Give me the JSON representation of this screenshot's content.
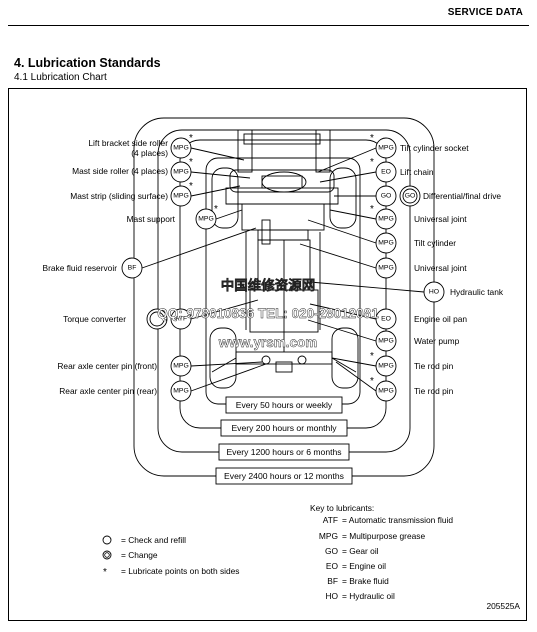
{
  "header": {
    "section": "SERVICE DATA"
  },
  "title": "4. Lubrication Standards",
  "subtitle": "4.1    Lubrication Chart",
  "left_labels": {
    "lift_bracket_line1": "Lift bracket side roller",
    "lift_bracket_line2": "(4 places)",
    "mast_side_line1": "Mast side roller (4 places)",
    "mast_strip": "Mast strip (sliding surface)",
    "mast_support": "Mast support",
    "brake_fluid": "Brake fluid reservoir",
    "torque_converter": "Torque converter",
    "rear_axle_front": "Rear axle center pin (front)",
    "rear_axle_rear": "Rear axle center pin (rear)"
  },
  "right_labels": {
    "tilt_cyl_socket": "Tilt cylinder socket",
    "lift_chain": "Lift chain",
    "diff_drive": "Differential/final drive",
    "universal_joint_1": "Universal joint",
    "tilt_cylinder": "Tilt cylinder",
    "universal_joint_2": "Universal joint",
    "hydraulic_tank": "Hydraulic tank",
    "engine_oil_pan": "Engine oil pan",
    "water_pump": "Water pump",
    "tie_rod_1": "Tie rod pin",
    "tie_rod_2": "Tie rod pin"
  },
  "codes": {
    "mpg": "MPG",
    "eo": "EO",
    "go": "GO",
    "bf": "BF",
    "ho": "HO",
    "atf": "ATF"
  },
  "intervals": {
    "i50": "Every 50 hours or weekly",
    "i200": "Every 200 hours or monthly",
    "i1200": "Every 1200 hours or 6 months",
    "i2400": "Every 2400 hours or 12 months"
  },
  "symbols_legend": {
    "check": "= Check and refill",
    "change": "= Change",
    "both_sides": "= Lubricate points on both sides"
  },
  "key": {
    "title": "Key to lubricants:",
    "items": [
      {
        "code": "ATF",
        "desc": "= Automatic transmission fluid"
      },
      {
        "code": "MPG",
        "desc": "= Multipurpose grease"
      },
      {
        "code": "GO",
        "desc": "= Gear oil"
      },
      {
        "code": "EO",
        "desc": "= Engine oil"
      },
      {
        "code": "BF",
        "desc": "= Brake fluid"
      },
      {
        "code": "HO",
        "desc": "= Hydraulic oil"
      }
    ]
  },
  "figure_id": "205525A",
  "watermark": {
    "line1": "中国维修资源网",
    "line2": "QQ: 978010836  TEL: 020-28012081",
    "line3": "www.yrsm.com"
  }
}
